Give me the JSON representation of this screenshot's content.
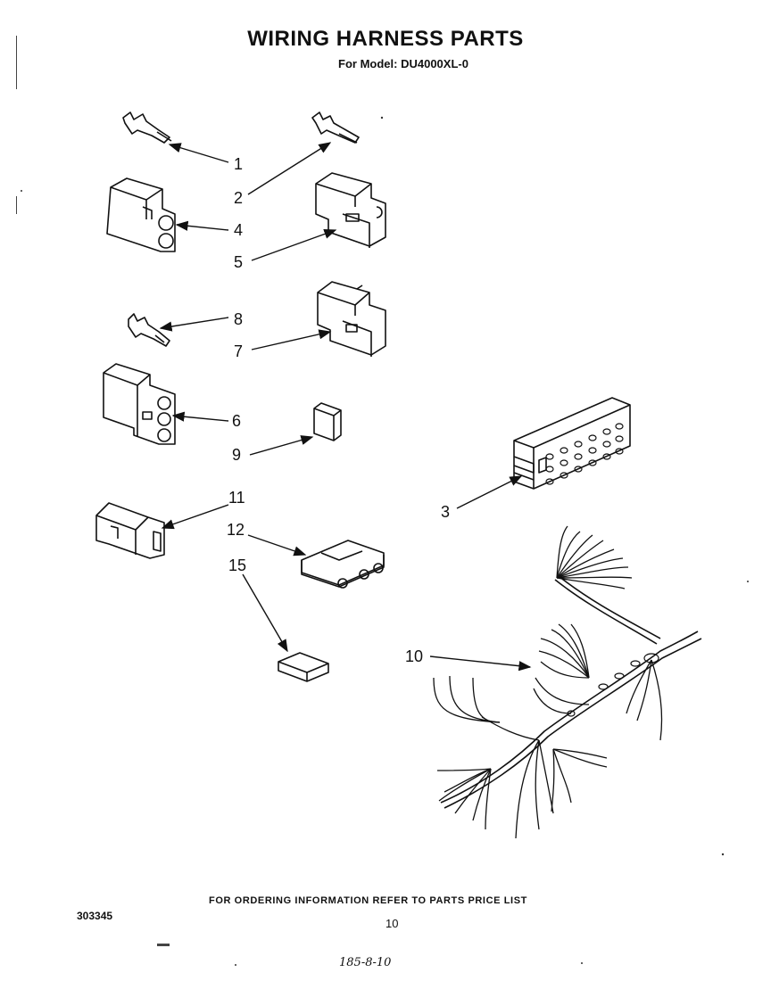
{
  "header": {
    "title": "WIRING HARNESS PARTS",
    "subtitle": "For Model: DU4000XL-0"
  },
  "callouts": [
    {
      "id": "c1",
      "label": "1"
    },
    {
      "id": "c2",
      "label": "2"
    },
    {
      "id": "c3",
      "label": "3"
    },
    {
      "id": "c4",
      "label": "4"
    },
    {
      "id": "c5",
      "label": "5"
    },
    {
      "id": "c6",
      "label": "6"
    },
    {
      "id": "c7",
      "label": "7"
    },
    {
      "id": "c8",
      "label": "8"
    },
    {
      "id": "c9",
      "label": "9"
    },
    {
      "id": "c10",
      "label": "10"
    },
    {
      "id": "c11",
      "label": "11"
    },
    {
      "id": "c12",
      "label": "12"
    },
    {
      "id": "c15",
      "label": "15"
    }
  ],
  "footer": {
    "ordering_note": "FOR ORDERING INFORMATION REFER TO PARTS PRICE LIST",
    "doc_number": "303345",
    "page_number": "10",
    "handwritten_date": "185-8-10"
  }
}
